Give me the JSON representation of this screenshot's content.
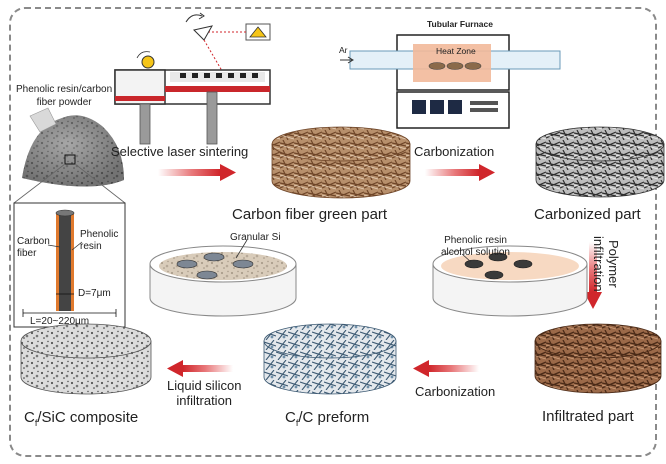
{
  "labels": {
    "powder": [
      "Phenolic resin/carbon",
      "fiber powder"
    ],
    "sls": "Selective laser sintering",
    "carbonization_1": "Carbonization",
    "green_part": "Carbon fiber green part",
    "carbonized_part": "Carbonized part",
    "furnace_title": "Tubular Furnace",
    "heat_zone": "Heat Zone",
    "ar": "Ar",
    "polymer_infiltration": [
      "Polymer",
      "infiltration"
    ],
    "granular_si": "Granular Si",
    "phenolic_solution": [
      "Phenolic resin",
      "alcohol solution"
    ],
    "inset_carbon_fiber": [
      "Carbon",
      "fiber"
    ],
    "inset_phenolic_resin": [
      "Phenolic",
      "resin"
    ],
    "inset_diameter": "D=7μm",
    "inset_length": "L=20~220μm",
    "liquid_silicon": [
      "Liquid silicon",
      "infiltration"
    ],
    "carbonization_2": "Carbonization",
    "infiltrated_part": "Infiltrated part",
    "cc_preform_main": "C",
    "cc_preform_sub": "f",
    "cc_preform_rest": "/C preform",
    "composite_main": "C",
    "composite_sub": "f",
    "composite_rest": "/SiC composite"
  },
  "colors": {
    "arrow_red": "#d0262b",
    "carbon_fiber": "#a0724e",
    "carbonized": "#5a5a5a",
    "infiltrated": "#8b5a3b",
    "preform": "#6f8fa8",
    "composite": "#9a9a9a",
    "sls_red": "#c9262b",
    "heat_zone": "#f2b99a",
    "solution": "#f7d9c2"
  },
  "icons": [
    "laser-warning-icon",
    "rotation-icon",
    "recoater-roller-icon",
    "magnifier-box-icon"
  ]
}
